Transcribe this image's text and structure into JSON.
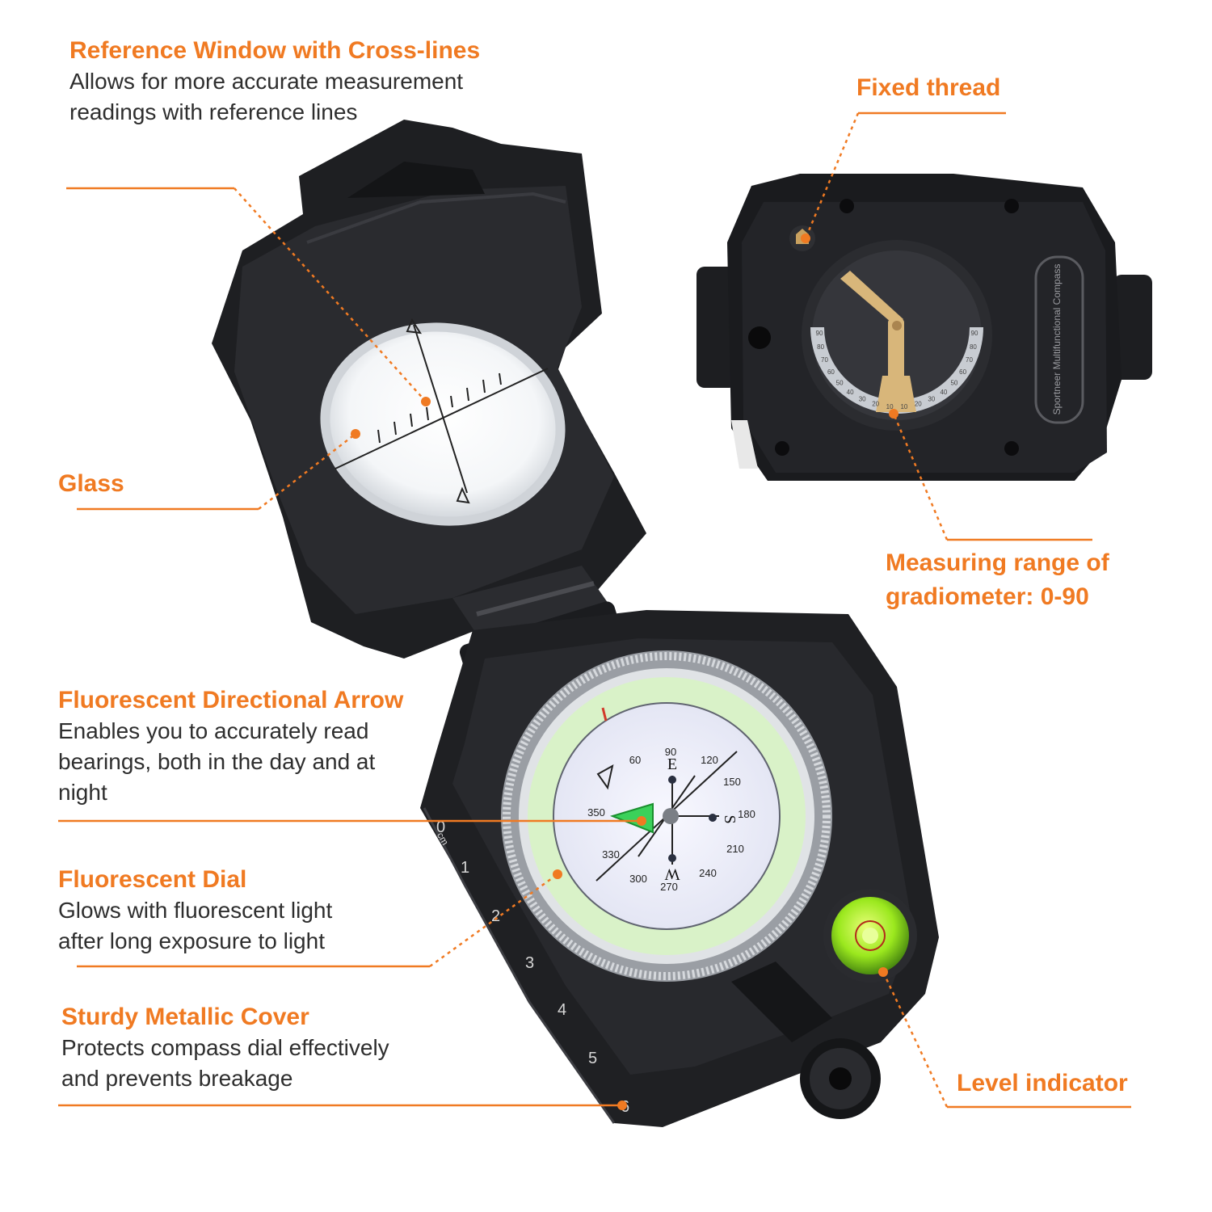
{
  "callouts": {
    "reference_window": {
      "title": "Reference Window with Cross-lines",
      "desc_lines": [
        "Allows for more accurate measurement",
        "readings with reference lines"
      ]
    },
    "fixed_thread": {
      "title": "Fixed thread"
    },
    "glass": {
      "title": "Glass"
    },
    "gradiometer": {
      "title_lines": [
        "Measuring range of",
        "gradiometer: 0-90"
      ]
    },
    "arrow": {
      "title": "Fluorescent Directional Arrow",
      "desc_lines": [
        "Enables you to accurately read",
        "bearings, both in the day and at",
        "night"
      ]
    },
    "dial": {
      "title": "Fluorescent Dial",
      "desc_lines": [
        "Glows with fluorescent light",
        "after long exposure to light"
      ]
    },
    "cover": {
      "title": "Sturdy Metallic Cover",
      "desc_lines": [
        "Protects compass dial effectively",
        "and prevents breakage"
      ]
    },
    "level": {
      "title": "Level indicator"
    }
  },
  "compass": {
    "brand_text": "Sportneer Multifunctional Compass",
    "ruler_labels": [
      "0",
      "1",
      "2",
      "3",
      "4",
      "5",
      "6"
    ],
    "ruler_unit": "cm",
    "letters": {
      "east": "E",
      "south": "S",
      "west": "W"
    },
    "inner_numbers": [
      "60",
      "90",
      "120",
      "150",
      "180",
      "210",
      "240",
      "270",
      "300",
      "330",
      "350"
    ],
    "gradiometer_scale": [
      "90",
      "80",
      "70",
      "60",
      "50",
      "40",
      "30",
      "20",
      "10",
      "10",
      "20",
      "30",
      "40",
      "50",
      "60",
      "70",
      "80",
      "90"
    ]
  },
  "colors": {
    "accent": "#f07a22",
    "body": "#1c1d1f",
    "glow": "#d9f2c8",
    "bubble": "#8fdc1e"
  }
}
